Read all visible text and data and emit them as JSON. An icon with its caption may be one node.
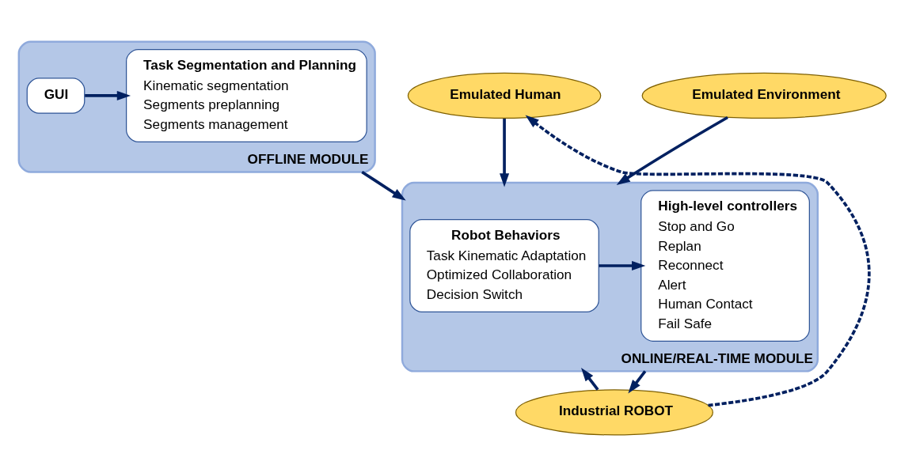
{
  "diagram": {
    "nodes": [
      {
        "text": [
          "OFFLINE MODULE"
        ]
      },
      {
        "text": [
          "GUI"
        ],
        "in": 0
      },
      {
        "text": [
          "Task Segmentation and Planning",
          "Kinematic segmentation",
          "Segments preplanning",
          "Segments management"
        ],
        "in": 0
      },
      {
        "text": [
          "ONLINE/REAL-TIME MODULE"
        ]
      },
      {
        "text": [
          "Robot Behaviors",
          "Task Kinematic Adaptation",
          "Optimized Collaboration",
          "Decision Switch"
        ],
        "in": 3
      },
      {
        "text": [
          "High-level controllers",
          "Stop and Go",
          "Replan",
          "Reconnect",
          "Alert",
          "Human Contact",
          "Fail Safe"
        ],
        "in": 3
      },
      {
        "text": [
          "Emulated Environment"
        ]
      },
      {
        "text": [
          "Emulated Human"
        ]
      },
      {
        "text": [
          "Industrial ROBOT"
        ]
      }
    ],
    "edges": [
      {
        "from": 1,
        "to": 2,
        "arrow": "to"
      },
      {
        "from": 0,
        "to": 3,
        "arrow": "to"
      },
      {
        "from": 6,
        "to": 3,
        "arrow": "to"
      },
      {
        "from": 7,
        "to": 3,
        "arrow": "to"
      },
      {
        "from": 4,
        "to": 5,
        "arrow": "to"
      },
      {
        "from": 3,
        "to": 8,
        "arrow": "to"
      },
      {
        "from": 8,
        "to": 3,
        "arrow": "to"
      },
      {
        "from": 8,
        "to": 7,
        "arrow": "to",
        "style": "dashed"
      }
    ]
  }
}
